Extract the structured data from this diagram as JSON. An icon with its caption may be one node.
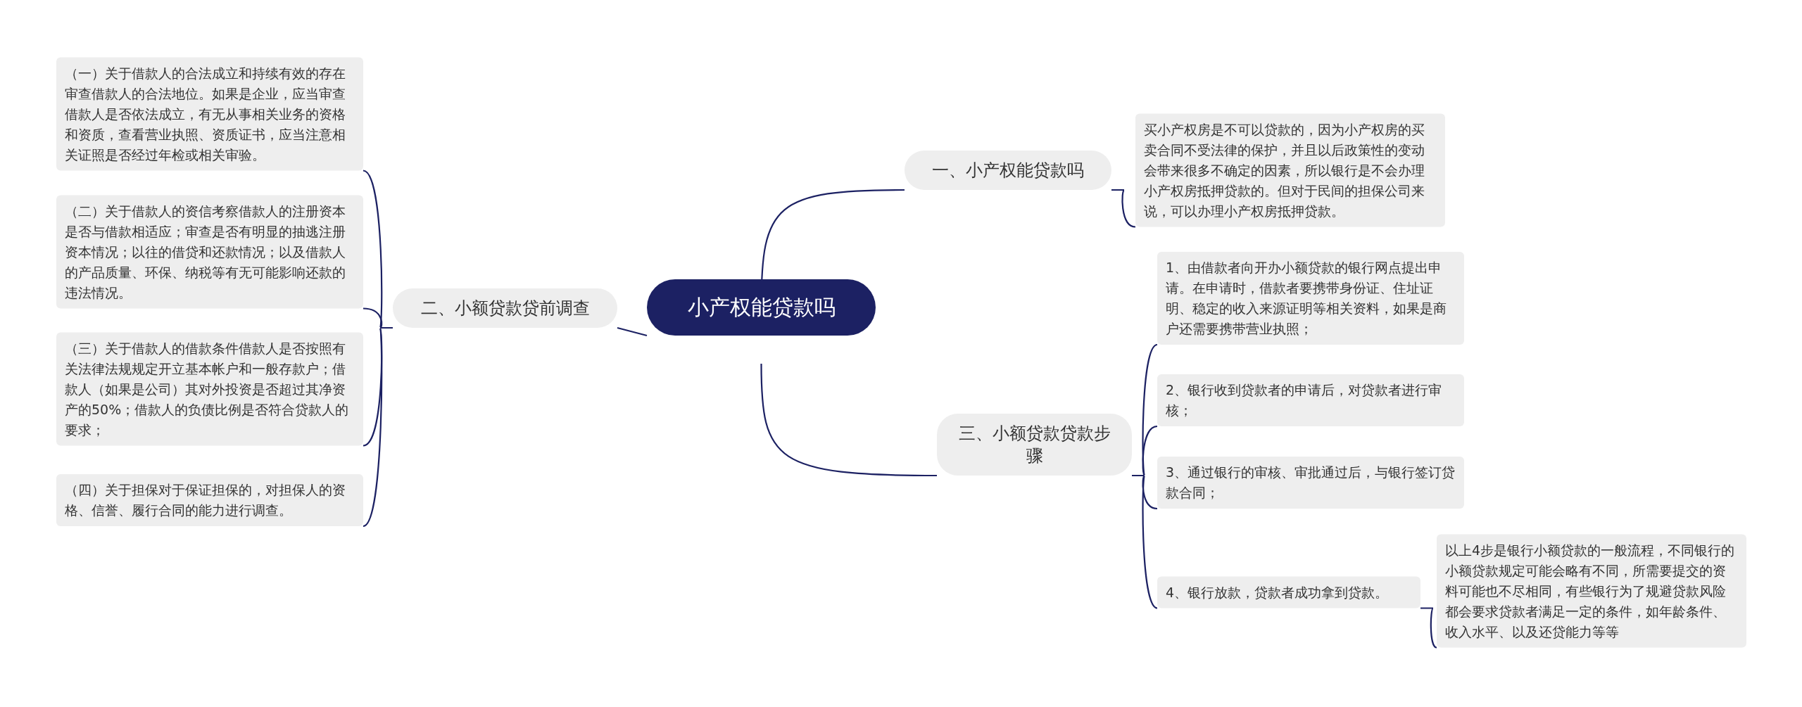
{
  "diagram": {
    "nodes": [
      {
        "text": [
          "小产权能贷款吗"
        ]
      },
      {
        "text": [
          "一、小产权能贷款吗"
        ]
      },
      {
        "text": [
          "买小产权房是不可以贷款的，因为小产权房的买卖合同不受法律的保护，并且以后政策性的变动会带来很多不确定的因素，所以银行是不会办理小产权房抵押贷款的。但对于民间的担保公司来说，可以办理小产权房抵押贷款。"
        ]
      },
      {
        "text": [
          "二、小额贷款贷前调查"
        ]
      },
      {
        "text": [
          "（一）关于借款人的合法成立和持续有效的存在审查借款人的合法地位。如果是企业，应当审查借款人是否依法成立，有无从事相关业务的资格和资质，查看营业执照、资质证书，应当注意相关证照是否经过年检或相关审验。"
        ]
      },
      {
        "text": [
          "（二）关于借款人的资信考察借款人的注册资本是否与借款相适应；审查是否有明显的抽逃注册资本情况；以往的借贷和还款情况；以及借款人的产品质量、环保、纳税等有无可能影响还款的违法情况。"
        ]
      },
      {
        "text": [
          "（三）关于借款人的借款条件借款人是否按照有关法律法规规定开立基本帐户和一般存款户；借款人（如果是公司）其对外投资是否超过其净资产的50%；借款人的负债比例是否符合贷款人的要求；"
        ]
      },
      {
        "text": [
          "（四）关于担保对于保证担保的，对担保人的资格、信誉、履行合同的能力进行调查。"
        ]
      },
      {
        "text": [
          "三、小额贷款贷款步骤"
        ]
      },
      {
        "text": [
          "1、由借款者向开办小额贷款的银行网点提出申请。在申请时，借款者要携带身份证、住址证明、稳定的收入来源证明等相关资料，如果是商户还需要携带营业执照；"
        ]
      },
      {
        "text": [
          "2、银行收到贷款者的申请后，对贷款者进行审核；"
        ]
      },
      {
        "text": [
          "3、通过银行的审核、审批通过后，与银行签订贷款合同；"
        ]
      },
      {
        "text": [
          "4、银行放款，贷款者成功拿到贷款。"
        ]
      },
      {
        "text": [
          "以上4步是银行小额贷款的一般流程，不同银行的小额贷款规定可能会略有不同，所需要提交的资料可能也不尽相同，有些银行为了规避贷款风险都会要求贷款者满足一定的条件，如年龄条件、收入水平、以及还贷能力等等"
        ]
      }
    ],
    "edges": [
      {
        "from": 0,
        "to": 1,
        "arrow": "none"
      },
      {
        "from": 1,
        "to": 2,
        "arrow": "none"
      },
      {
        "from": 0,
        "to": 3,
        "arrow": "none"
      },
      {
        "from": 3,
        "to": 4,
        "arrow": "none"
      },
      {
        "from": 3,
        "to": 5,
        "arrow": "none"
      },
      {
        "from": 3,
        "to": 6,
        "arrow": "none"
      },
      {
        "from": 3,
        "to": 7,
        "arrow": "none"
      },
      {
        "from": 0,
        "to": 8,
        "arrow": "none"
      },
      {
        "from": 8,
        "to": 9,
        "arrow": "none"
      },
      {
        "from": 8,
        "to": 10,
        "arrow": "none"
      },
      {
        "from": 8,
        "to": 11,
        "arrow": "none"
      },
      {
        "from": 8,
        "to": 12,
        "arrow": "none"
      },
      {
        "from": 12,
        "to": 13,
        "arrow": "none"
      }
    ]
  }
}
